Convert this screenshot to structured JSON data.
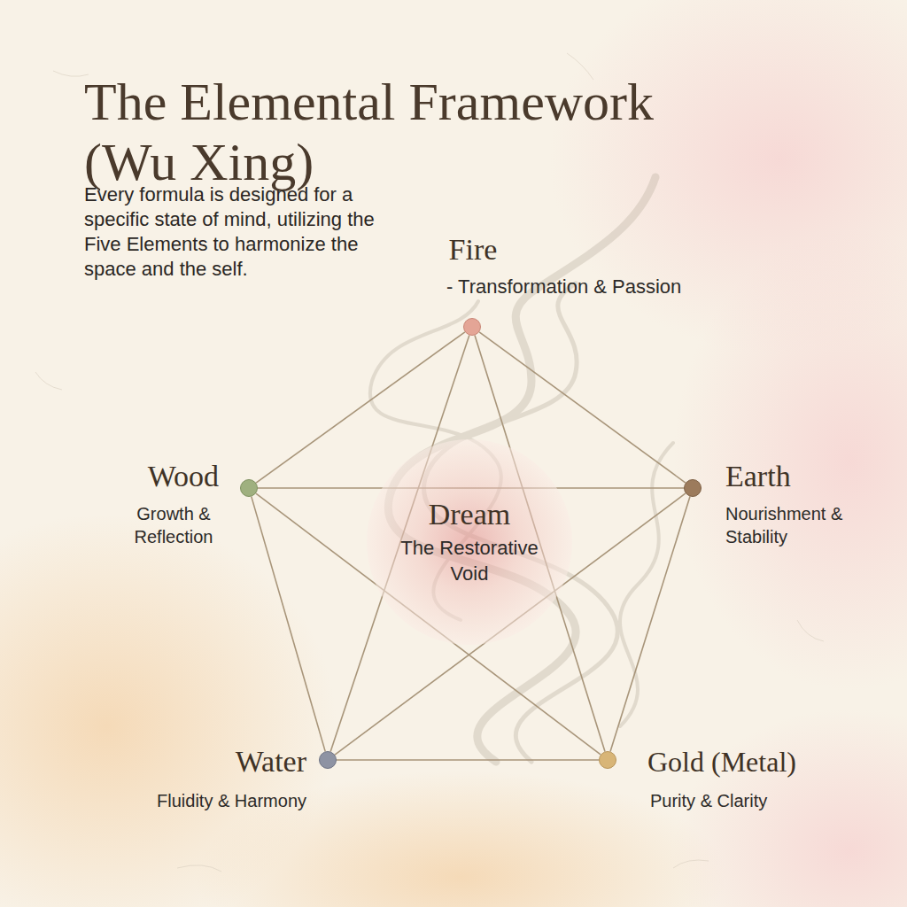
{
  "diagram": {
    "title": "The Elemental Framework (Wu Xing)",
    "nodes": [
      {
        "text": [
          "Fire",
          "- Transformation & Passion"
        ]
      },
      {
        "text": [
          "Wood",
          "Growth & Reflection"
        ]
      },
      {
        "text": [
          "Earth",
          "Nourishment & Stability"
        ]
      },
      {
        "text": [
          "Dream",
          "The Restorative Void"
        ]
      },
      {
        "text": [
          "Water",
          "Fluidity & Harmony"
        ]
      },
      {
        "text": [
          "Gold (Metal)",
          "Purity & Clarity"
        ]
      }
    ],
    "edges": [
      {
        "from": 0,
        "to": 2,
        "arrow": "none"
      },
      {
        "from": 2,
        "to": 5,
        "arrow": "none"
      },
      {
        "from": 5,
        "to": 4,
        "arrow": "none"
      },
      {
        "from": 4,
        "to": 1,
        "arrow": "none"
      },
      {
        "from": 1,
        "to": 0,
        "arrow": "none"
      },
      {
        "from": 0,
        "to": 4,
        "arrow": "none"
      },
      {
        "from": 0,
        "to": 5,
        "arrow": "none"
      },
      {
        "from": 1,
        "to": 2,
        "arrow": "none"
      },
      {
        "from": 1,
        "to": 5,
        "arrow": "none"
      },
      {
        "from": 4,
        "to": 2,
        "arrow": "none"
      }
    ],
    "labels": [
      "Every formula is designed for a specific state of mind, utilizing the Five Elements to harmonize the space and the self."
    ]
  }
}
